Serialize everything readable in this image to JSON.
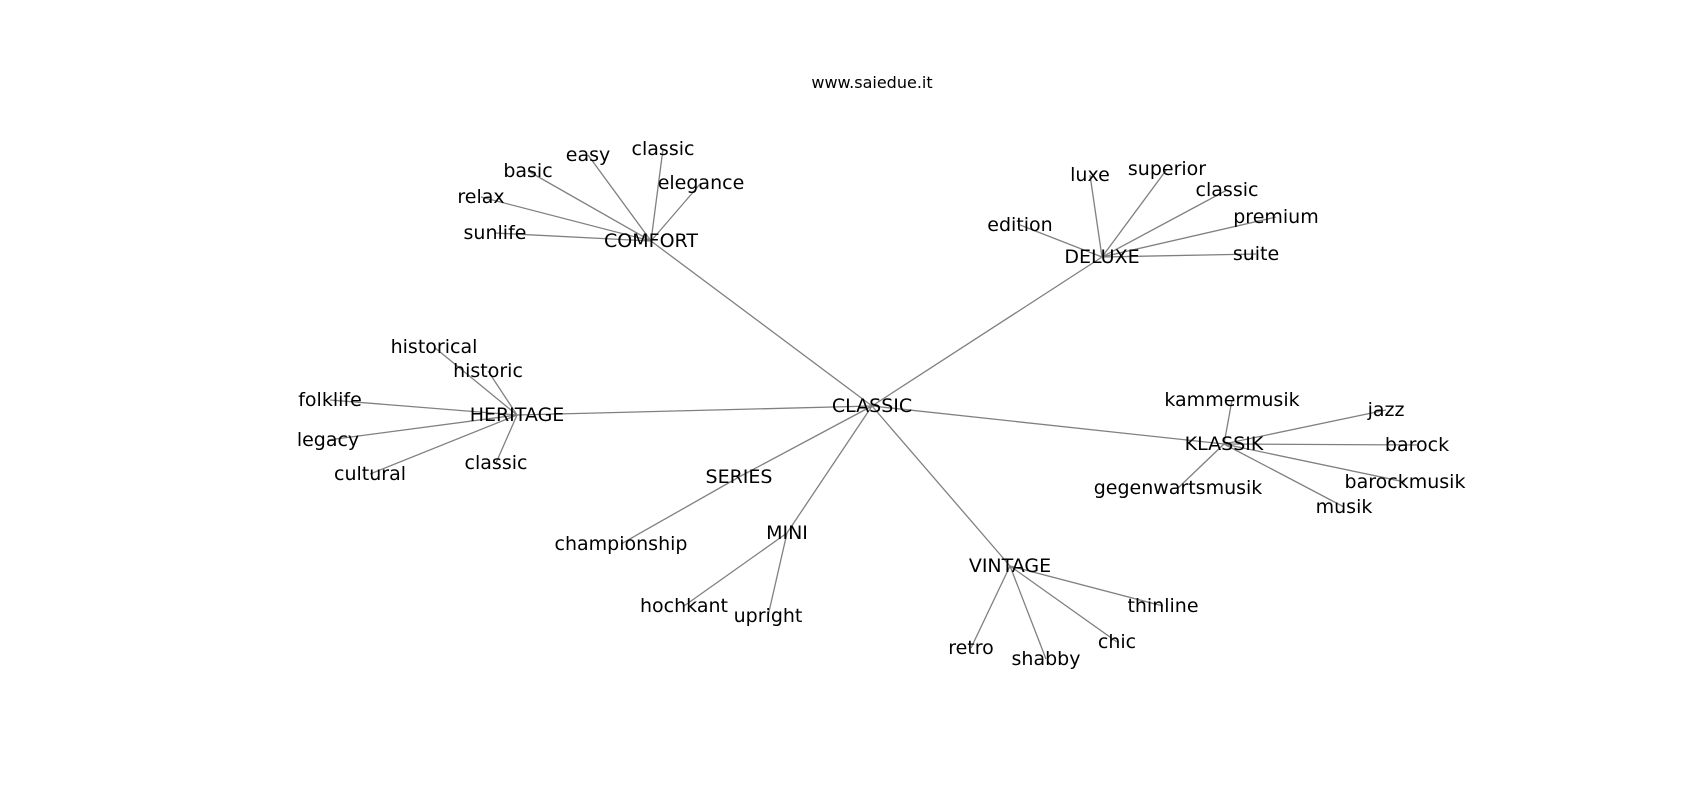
{
  "diagram": {
    "title": "www.saiedue.it",
    "type": "radial-mindmap",
    "colors": {
      "edge": "#808080",
      "text": "#000000",
      "background": "#ffffff"
    },
    "root": "CLASSIC",
    "branches": [
      {
        "label": "COMFORT",
        "children": [
          "classic",
          "easy",
          "basic",
          "relax",
          "sunlife",
          "elegance"
        ]
      },
      {
        "label": "DELUXE",
        "children": [
          "luxe",
          "superior",
          "classic",
          "premium",
          "suite",
          "edition"
        ]
      },
      {
        "label": "HERITAGE",
        "children": [
          "historical",
          "historic",
          "folklife",
          "legacy",
          "cultural",
          "classic"
        ]
      },
      {
        "label": "KLASSIK",
        "children": [
          "kammermusik",
          "jazz",
          "barock",
          "barockmusik",
          "musik",
          "gegenwartsmusik"
        ]
      },
      {
        "label": "SERIES",
        "children": [
          "championship"
        ]
      },
      {
        "label": "MINI",
        "children": [
          "hochkant",
          "upright"
        ]
      },
      {
        "label": "VINTAGE",
        "children": [
          "thinline",
          "chic",
          "shabby",
          "retro"
        ]
      }
    ]
  }
}
